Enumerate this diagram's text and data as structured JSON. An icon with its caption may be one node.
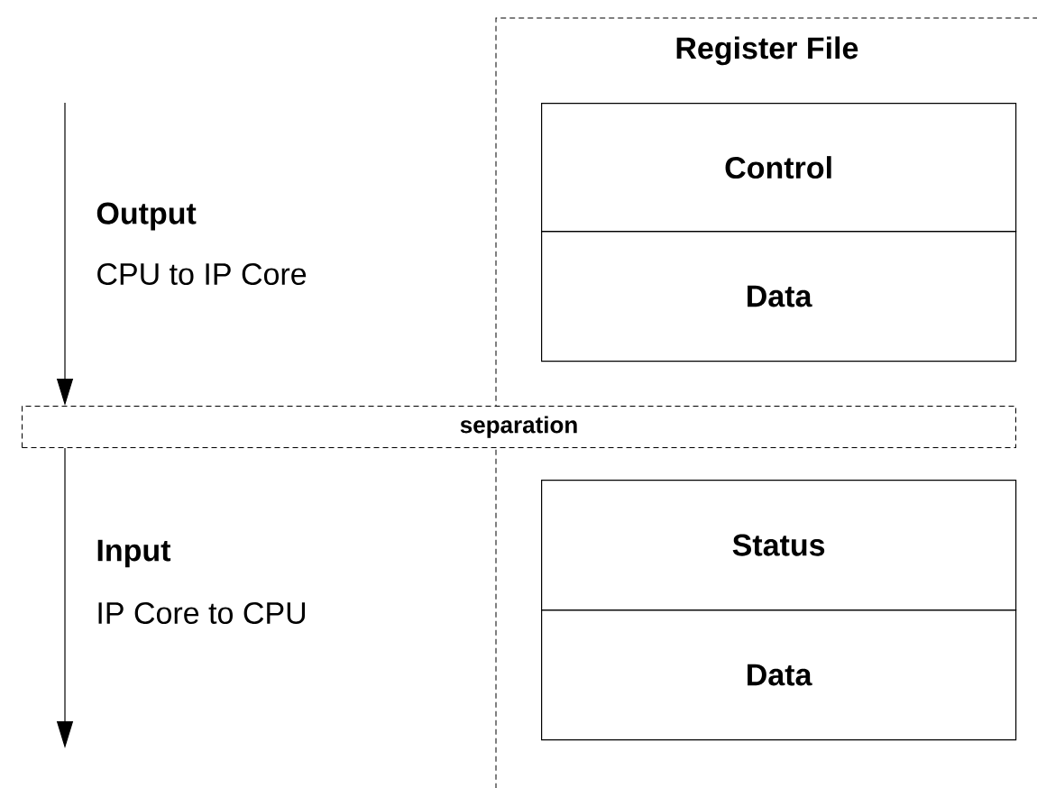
{
  "diagram": {
    "nodes": [
      {
        "text": [
          "Register File"
        ]
      },
      {
        "text": [
          "Control"
        ],
        "in": 0
      },
      {
        "text": [
          "Data"
        ],
        "in": 0
      },
      {
        "text": [
          "separation"
        ]
      },
      {
        "text": [
          "Status"
        ],
        "in": 0
      },
      {
        "text": [
          "Data"
        ],
        "in": 0
      }
    ],
    "edges": [
      {
        "from": null,
        "to": 3,
        "arrow": "to"
      },
      {
        "from": 3,
        "to": null,
        "arrow": "to"
      }
    ],
    "labels": [
      "Output",
      "CPU to IP Core",
      "Input",
      "IP Core to CPU"
    ]
  }
}
